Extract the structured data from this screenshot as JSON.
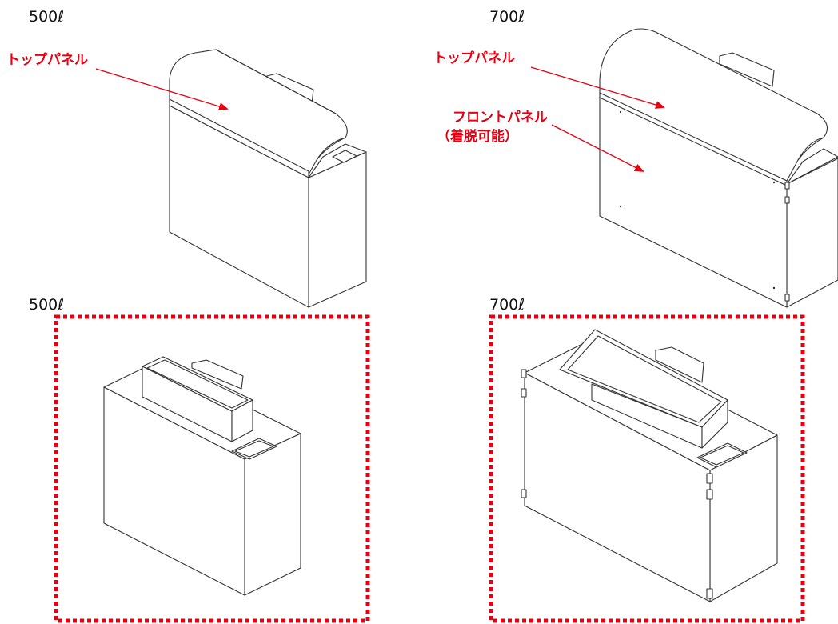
{
  "views": {
    "tl_label": "500ℓ",
    "tr_label": "700ℓ",
    "bl_label": "500ℓ",
    "br_label": "700ℓ"
  },
  "annotations": {
    "top_panel_a": "トップパネル",
    "top_panel_b": "トップパネル",
    "front_panel": "フロントパネル",
    "front_panel_note": "（着脱可能）"
  },
  "colors": {
    "annotation": "#e60012",
    "highlight_border": "#e60012"
  }
}
